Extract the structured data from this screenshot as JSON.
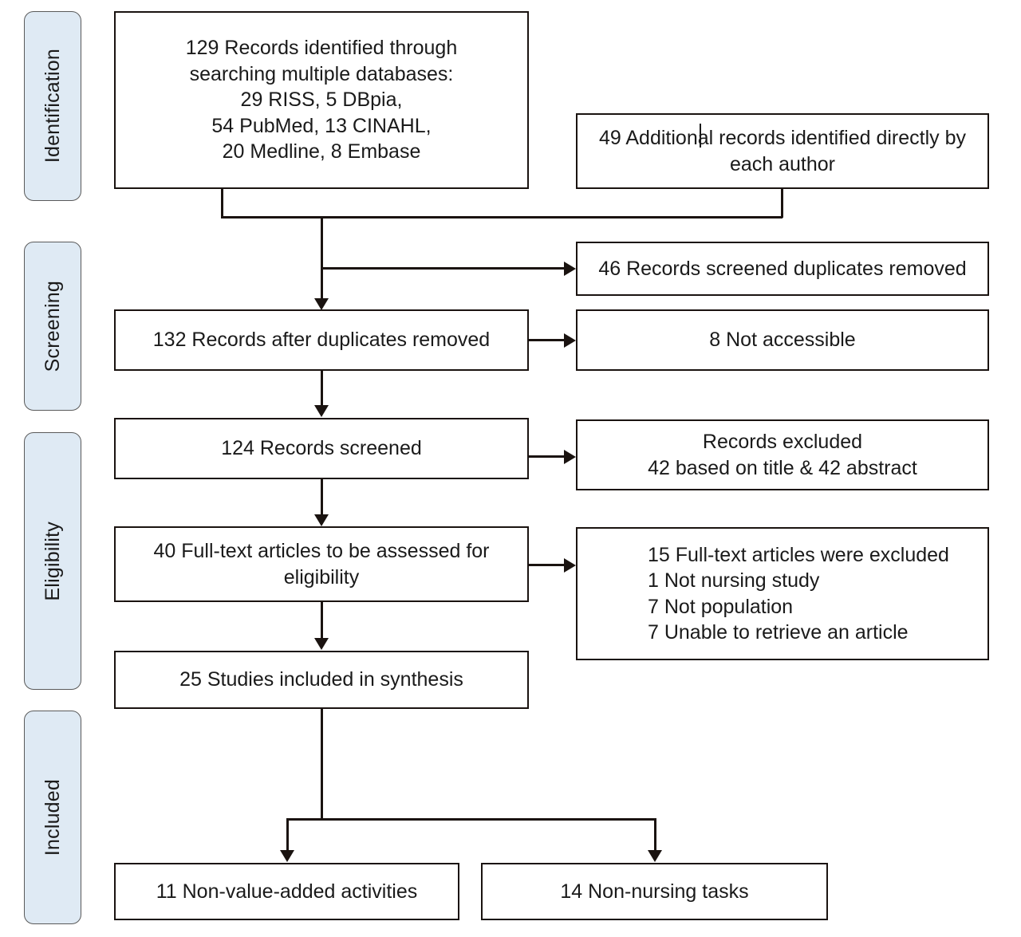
{
  "diagram": {
    "type": "prisma-flow-diagram",
    "phases": [
      {
        "id": "identification",
        "label": "Identification"
      },
      {
        "id": "screening",
        "label": "Screening"
      },
      {
        "id": "eligibility",
        "label": "Eligibility"
      },
      {
        "id": "included",
        "label": "Included"
      }
    ],
    "boxes": {
      "records_identified": {
        "text": "129 Records identified through\nsearching multiple databases:\n29 RISS, 5 DBpia,\n54 PubMed, 13 CINAHL,\n20 Medline, 8 Embase",
        "count": 129,
        "sources": [
          {
            "name": "RISS",
            "count": 29
          },
          {
            "name": "DBpia",
            "count": 5
          },
          {
            "name": "PubMed",
            "count": 54
          },
          {
            "name": "CINAHL",
            "count": 13
          },
          {
            "name": "Medline",
            "count": 20
          },
          {
            "name": "Embase",
            "count": 8
          }
        ]
      },
      "additional_records": {
        "text": "49 Additional records identified directly by\neach author",
        "count": 49
      },
      "duplicates_removed": {
        "text": "46  Records screened duplicates removed",
        "count": 46
      },
      "records_after_duplicates": {
        "text": "132 Records after duplicates removed",
        "count": 132
      },
      "not_accessible": {
        "text": "8 Not accessible",
        "count": 8
      },
      "records_screened": {
        "text": "124 Records screened",
        "count": 124
      },
      "records_excluded": {
        "text": "Records excluded\n42 based on title & 42 abstract",
        "title_excluded": 42,
        "abstract_excluded": 42
      },
      "fulltext_assessed": {
        "text": "40 Full-text articles to be assessed for\neligibility",
        "count": 40
      },
      "fulltext_excluded": {
        "text": "15 Full-text articles were excluded\n   1 Not nursing study\n   7 Not population\n   7 Unable to retrieve an article",
        "count": 15,
        "reasons": [
          {
            "reason": "Not nursing study",
            "count": 1
          },
          {
            "reason": "Not population",
            "count": 7
          },
          {
            "reason": "Unable to retrieve an article",
            "count": 7
          }
        ]
      },
      "studies_included": {
        "text": "25 Studies included in synthesis",
        "count": 25
      },
      "non_value_added": {
        "text": "11 Non-value-added activities",
        "count": 11
      },
      "non_nursing_tasks": {
        "text": "14 Non-nursing tasks",
        "count": 14
      }
    },
    "colors": {
      "phase_fill": "#dfeaf4",
      "phase_border": "#5a5a5a",
      "box_border": "#1a1310",
      "text": "#1a1a1a",
      "background": "#ffffff"
    }
  }
}
